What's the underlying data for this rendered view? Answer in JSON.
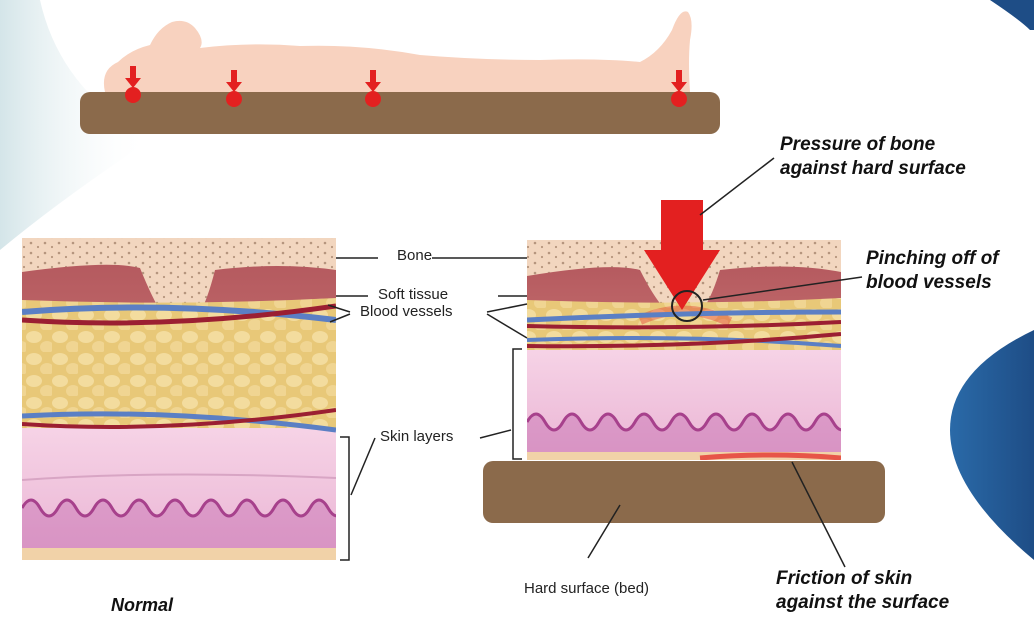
{
  "labels": {
    "bone": "Bone",
    "soft_tissue": "Soft tissue",
    "blood_vessels": "Blood vessels",
    "skin_layers": "Skin layers",
    "hard_surface": "Hard surface (bed)",
    "normal": "Normal",
    "pressure_line1": "Pressure of bone",
    "pressure_line2": "against hard surface",
    "pinching_line1": "Pinching off of",
    "pinching_line2": "blood vessels",
    "friction_line1": "Friction of skin",
    "friction_line2": "against the surface"
  },
  "colors": {
    "skin_body": "#f8d2bf",
    "mattress": "#8b6a4b",
    "pressure_red": "#e32020",
    "bone": "#f2d6bf",
    "soft_tissue": "#c96a6a",
    "fat": "#ead08a",
    "skin_pink": "#f3c6df",
    "skin_wave": "#a7418c",
    "vein": "#5b7fc4",
    "artery": "#9b1f32",
    "accent_blue": "#1f5e9e"
  }
}
